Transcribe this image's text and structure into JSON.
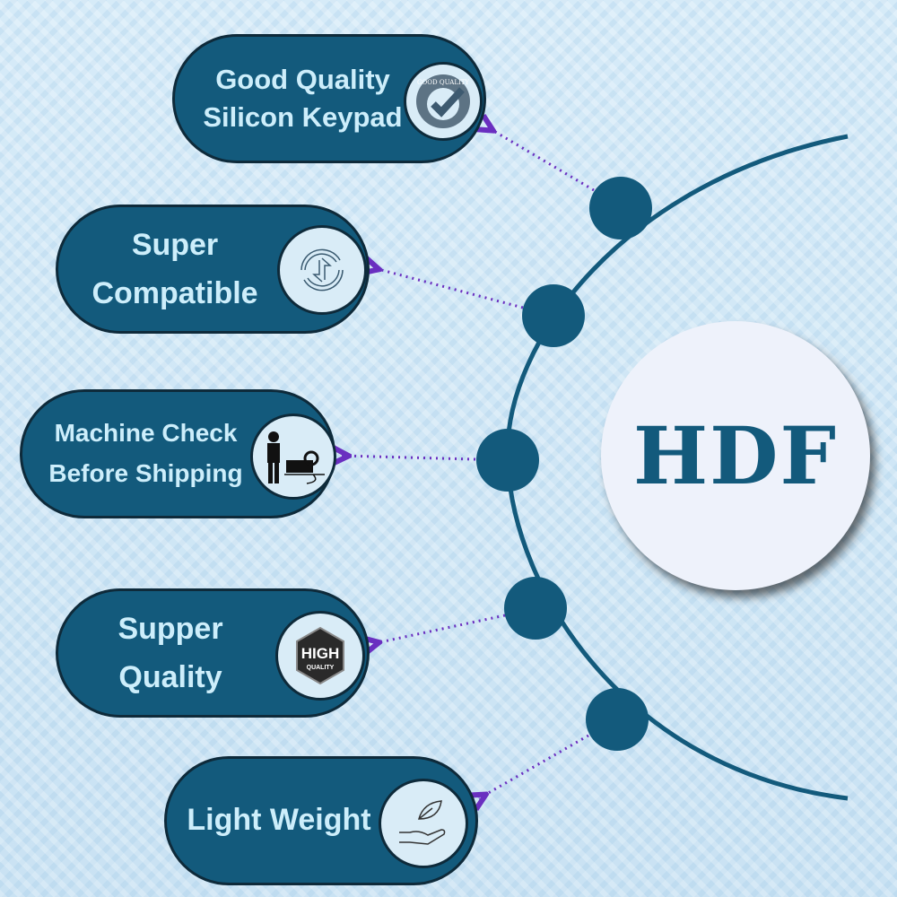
{
  "center": {
    "label": "HDF"
  },
  "features": [
    {
      "line1": "Good Quality",
      "line2": "Silicon Keypad",
      "icon": "good-quality-check-icon",
      "badge_text": "GOOD QUALITY"
    },
    {
      "line1": "Super",
      "line2": "Compatible",
      "icon": "refresh-arrows-icon"
    },
    {
      "line1": "Machine Check",
      "line2": "Before Shipping",
      "icon": "machine-worker-icon"
    },
    {
      "line1": "Supper",
      "line2": "Quality",
      "icon": "high-quality-badge-icon",
      "badge_line1": "HIGH",
      "badge_line2": "QUALITY"
    },
    {
      "line1": "Light Weight",
      "icon": "feather-hand-icon"
    }
  ],
  "colors": {
    "primary": "#135a7c",
    "text": "#cdeefb",
    "arrow": "#6a2fc0"
  }
}
